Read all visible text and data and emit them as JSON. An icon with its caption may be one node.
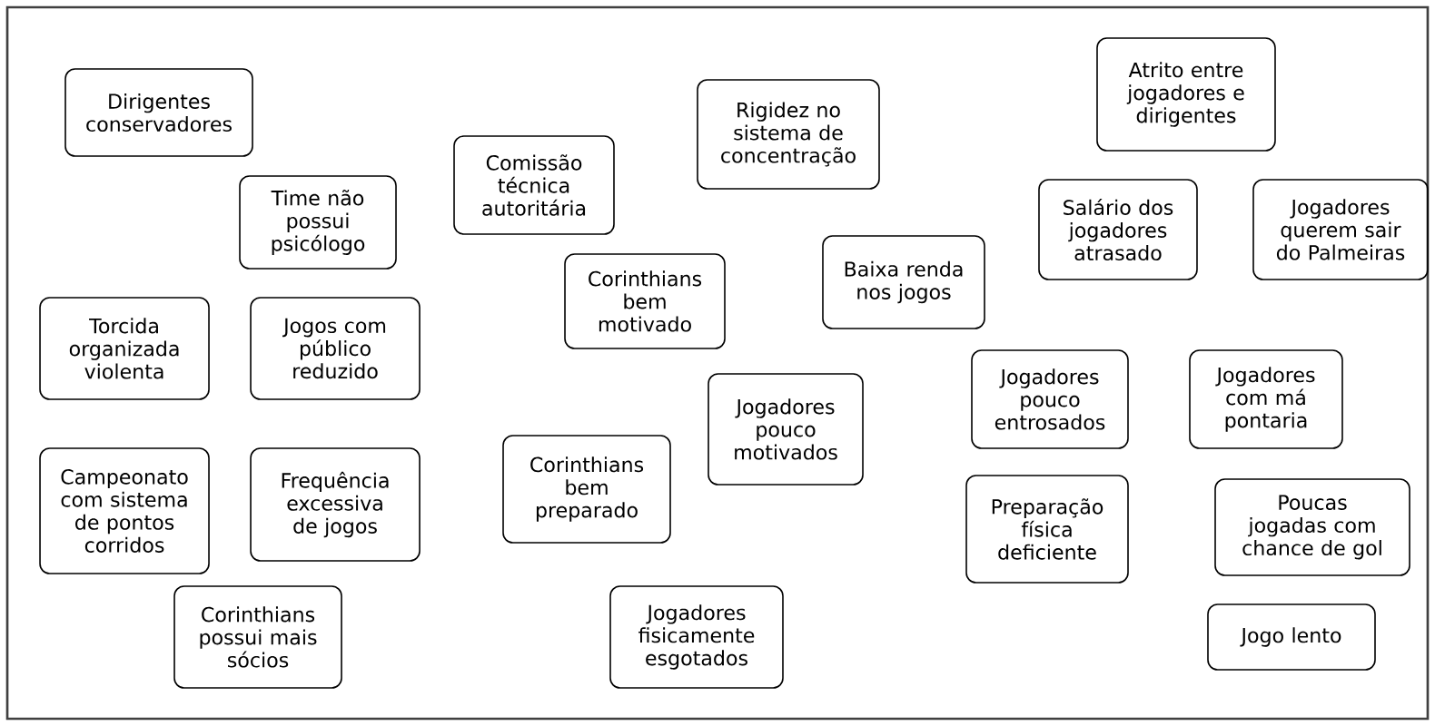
{
  "diagram": {
    "nodes": [
      {
        "text": [
          "Atrito entre jogadores e dirigentes"
        ]
      },
      {
        "text": [
          "Dirigentes conservadores"
        ]
      },
      {
        "text": [
          "Rigidez no sistema de concentração"
        ]
      },
      {
        "text": [
          "Comissão técnica autoritária"
        ]
      },
      {
        "text": [
          "Time não possui psicólogo"
        ]
      },
      {
        "text": [
          "Salário dos jogadores atrasado"
        ]
      },
      {
        "text": [
          "Jogadores querem sair do Palmeiras"
        ]
      },
      {
        "text": [
          "Baixa renda nos jogos"
        ]
      },
      {
        "text": [
          "Corinthians bem motivado"
        ]
      },
      {
        "text": [
          "Torcida organizada violenta"
        ]
      },
      {
        "text": [
          "Jogos com público reduzido"
        ]
      },
      {
        "text": [
          "Jogadores pouco entrosados"
        ]
      },
      {
        "text": [
          "Jogadores com má pontaria"
        ]
      },
      {
        "text": [
          "Jogadores pouco motivados"
        ]
      },
      {
        "text": [
          "Corinthians bem preparado"
        ]
      },
      {
        "text": [
          "Campeonato com sistema de pontos corridos"
        ]
      },
      {
        "text": [
          "Frequência excessiva de jogos"
        ]
      },
      {
        "text": [
          "Preparação física deficiente"
        ]
      },
      {
        "text": [
          "Poucas jogadas com chance de gol"
        ]
      },
      {
        "text": [
          "Corinthians possui mais sócios"
        ]
      },
      {
        "text": [
          "Jogadores fisicamente esgotados"
        ]
      },
      {
        "text": [
          "Jogo lento"
        ]
      }
    ]
  }
}
